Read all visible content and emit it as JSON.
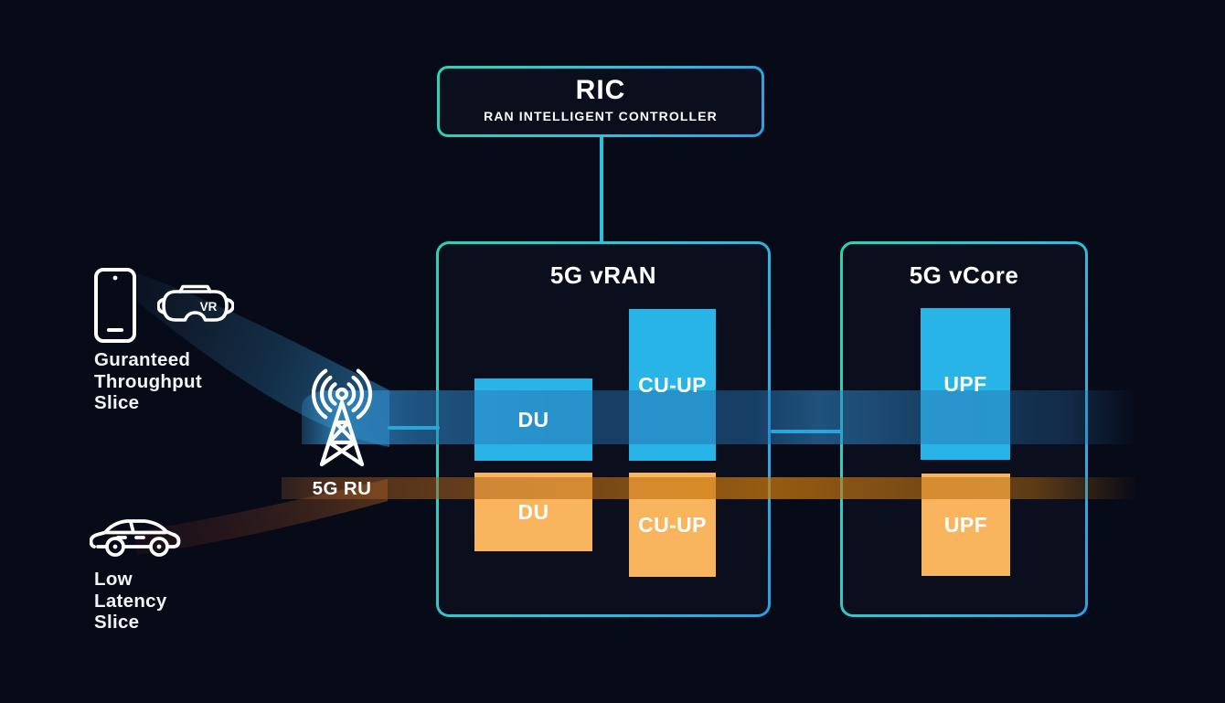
{
  "ric": {
    "title": "RIC",
    "subtitle": "RAN INTELLIGENT CONTROLLER"
  },
  "vran": {
    "title": "5G vRAN",
    "nodes": {
      "du_top": "DU",
      "cuup_top": "CU-UP",
      "du_bottom": "DU",
      "cuup_bottom": "CU-UP"
    }
  },
  "vcore": {
    "title": "5G vCore",
    "nodes": {
      "upf_top": "UPF",
      "upf_bottom": "UPF"
    }
  },
  "radio_unit": {
    "label": "5G RU"
  },
  "slices": {
    "guaranteed_throughput": {
      "lines": [
        "Guranteed",
        "Throughput",
        "Slice"
      ],
      "band_color": "#2d86c4"
    },
    "low_latency": {
      "lines": [
        "Low",
        "Latency",
        "Slice"
      ],
      "band_color": "#c87a10"
    }
  },
  "vr_badge": "VR",
  "icons": {
    "smartphone": "phone-outline",
    "vr_headset": "vr-goggles-outline",
    "car": "car-outline",
    "antenna": "radio-tower-with-waves"
  },
  "colors": {
    "bg": "#070a17",
    "panel": "#0a0e1d",
    "teal": "#2ed3ae",
    "cyan": "#31c0dc",
    "blue": "#2d9fe2",
    "node_blue": "#29b4e7",
    "node_orange": "#f8b55e",
    "connector": "#2ba4da",
    "text": "#ffffff"
  }
}
